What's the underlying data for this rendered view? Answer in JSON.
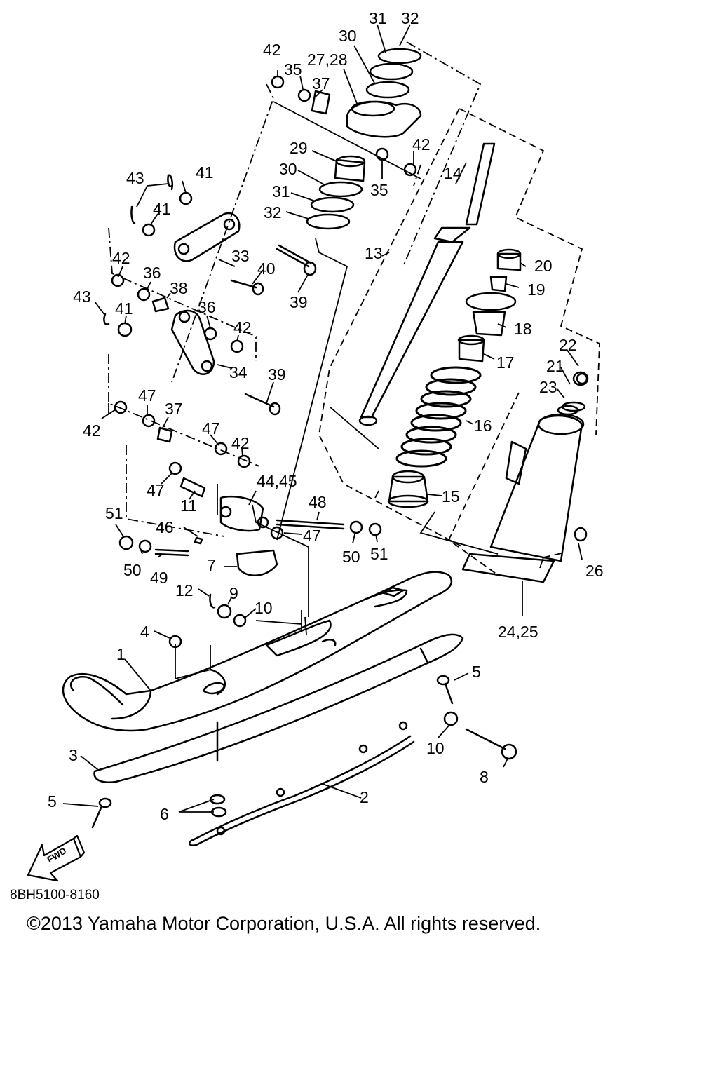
{
  "callouts": [
    {
      "id": "c1",
      "text": "1"
    },
    {
      "id": "c2",
      "text": "2"
    },
    {
      "id": "c3",
      "text": "3"
    },
    {
      "id": "c4",
      "text": "4"
    },
    {
      "id": "c5a",
      "text": "5"
    },
    {
      "id": "c5b",
      "text": "5"
    },
    {
      "id": "c6",
      "text": "6"
    },
    {
      "id": "c7",
      "text": "7"
    },
    {
      "id": "c8",
      "text": "8"
    },
    {
      "id": "c9",
      "text": "9"
    },
    {
      "id": "c10a",
      "text": "10"
    },
    {
      "id": "c10b",
      "text": "10"
    },
    {
      "id": "c11",
      "text": "11"
    },
    {
      "id": "c12",
      "text": "12"
    },
    {
      "id": "c13",
      "text": "13"
    },
    {
      "id": "c14",
      "text": "14"
    },
    {
      "id": "c15",
      "text": "15"
    },
    {
      "id": "c16",
      "text": "16"
    },
    {
      "id": "c17",
      "text": "17"
    },
    {
      "id": "c18",
      "text": "18"
    },
    {
      "id": "c19",
      "text": "19"
    },
    {
      "id": "c20",
      "text": "20"
    },
    {
      "id": "c21",
      "text": "21"
    },
    {
      "id": "c22",
      "text": "22"
    },
    {
      "id": "c23",
      "text": "23"
    },
    {
      "id": "c24",
      "text": "24,25"
    },
    {
      "id": "c26",
      "text": "26"
    },
    {
      "id": "c27",
      "text": "27,28"
    },
    {
      "id": "c29",
      "text": "29"
    },
    {
      "id": "c30a",
      "text": "30"
    },
    {
      "id": "c30b",
      "text": "30"
    },
    {
      "id": "c31a",
      "text": "31"
    },
    {
      "id": "c31b",
      "text": "31"
    },
    {
      "id": "c32a",
      "text": "32"
    },
    {
      "id": "c32b",
      "text": "32"
    },
    {
      "id": "c33",
      "text": "33"
    },
    {
      "id": "c34",
      "text": "34"
    },
    {
      "id": "c35a",
      "text": "35"
    },
    {
      "id": "c35b",
      "text": "35"
    },
    {
      "id": "c36a",
      "text": "36"
    },
    {
      "id": "c36b",
      "text": "36"
    },
    {
      "id": "c37a",
      "text": "37"
    },
    {
      "id": "c37b",
      "text": "37"
    },
    {
      "id": "c38",
      "text": "38"
    },
    {
      "id": "c39a",
      "text": "39"
    },
    {
      "id": "c39b",
      "text": "39"
    },
    {
      "id": "c40",
      "text": "40"
    },
    {
      "id": "c41a",
      "text": "41"
    },
    {
      "id": "c41b",
      "text": "41"
    },
    {
      "id": "c41c",
      "text": "41"
    },
    {
      "id": "c42a",
      "text": "42"
    },
    {
      "id": "c42b",
      "text": "42"
    },
    {
      "id": "c42c",
      "text": "42"
    },
    {
      "id": "c42d",
      "text": "42"
    },
    {
      "id": "c42e",
      "text": "42"
    },
    {
      "id": "c42f",
      "text": "42"
    },
    {
      "id": "c42g",
      "text": "42"
    },
    {
      "id": "c43a",
      "text": "43"
    },
    {
      "id": "c43b",
      "text": "43"
    },
    {
      "id": "c44",
      "text": "44,45"
    },
    {
      "id": "c46",
      "text": "46"
    },
    {
      "id": "c47a",
      "text": "47"
    },
    {
      "id": "c47b",
      "text": "47"
    },
    {
      "id": "c47c",
      "text": "47"
    },
    {
      "id": "c47d",
      "text": "47"
    },
    {
      "id": "c48",
      "text": "48"
    },
    {
      "id": "c49",
      "text": "49"
    },
    {
      "id": "c50a",
      "text": "50"
    },
    {
      "id": "c50b",
      "text": "50"
    },
    {
      "id": "c51a",
      "text": "51"
    },
    {
      "id": "c51b",
      "text": "51"
    }
  ],
  "fwd_label": "FWD",
  "drawing_code": "8BH5100-8160",
  "copyright": "©2013 Yamaha Motor Corporation, U.S.A. All rights reserved."
}
